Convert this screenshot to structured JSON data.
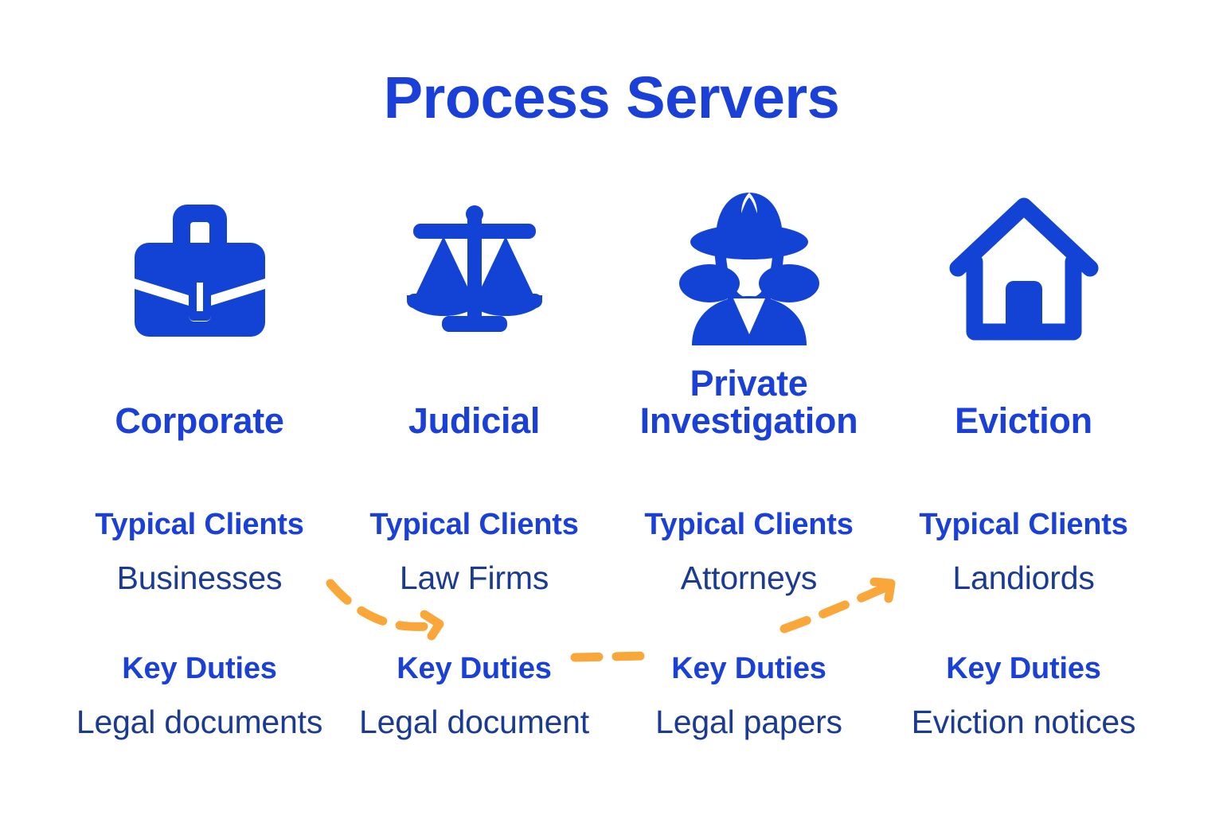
{
  "page": {
    "title": "Process Servers",
    "background_color": "#ffffff",
    "accent_blue": "#1a40d8",
    "icon_blue": "#1243d4",
    "body_navy": "#1b3a92",
    "arrow_orange": "#f9a73a"
  },
  "columns": [
    {
      "icon": "briefcase-icon",
      "heading": "Corporate",
      "clients_label": "Typical Clients",
      "clients_value": "Businesses",
      "duties_label": "Key Duties",
      "duties_value": "Legal documents"
    },
    {
      "icon": "scales-of-justice-icon",
      "heading": "Judicial",
      "clients_label": "Typical Clients",
      "clients_value": "Law Firms",
      "duties_label": "Key Duties",
      "duties_value": "Legal document"
    },
    {
      "icon": "detective-icon",
      "heading": "Private Investigation",
      "clients_label": "Typical Clients",
      "clients_value": "Attorneys",
      "duties_label": "Key Duties",
      "duties_value": "Legal papers"
    },
    {
      "icon": "house-icon",
      "heading": "Eviction",
      "clients_label": "Typical Clients",
      "clients_value": "Landiords",
      "duties_label": "Key Duties",
      "duties_value": "Eviction notices"
    }
  ],
  "arrows": [
    {
      "name": "dashed-arrow-down-right",
      "from": "Businesses",
      "to": "Key Duties (Judicial)",
      "color": "#f9a73a",
      "style": "dashed-curve-with-arrowhead"
    },
    {
      "name": "dashed-connector-horizontal",
      "from": "Key Duties (Judicial)",
      "to": "Key Duties (Private Investigation)",
      "color": "#f9a73a",
      "style": "dashed-straight"
    },
    {
      "name": "dashed-arrow-up-right",
      "from": "Key Duties (Private Investigation)",
      "to": "Landiords",
      "color": "#f9a73a",
      "style": "dashed-curve-with-arrowhead"
    }
  ]
}
